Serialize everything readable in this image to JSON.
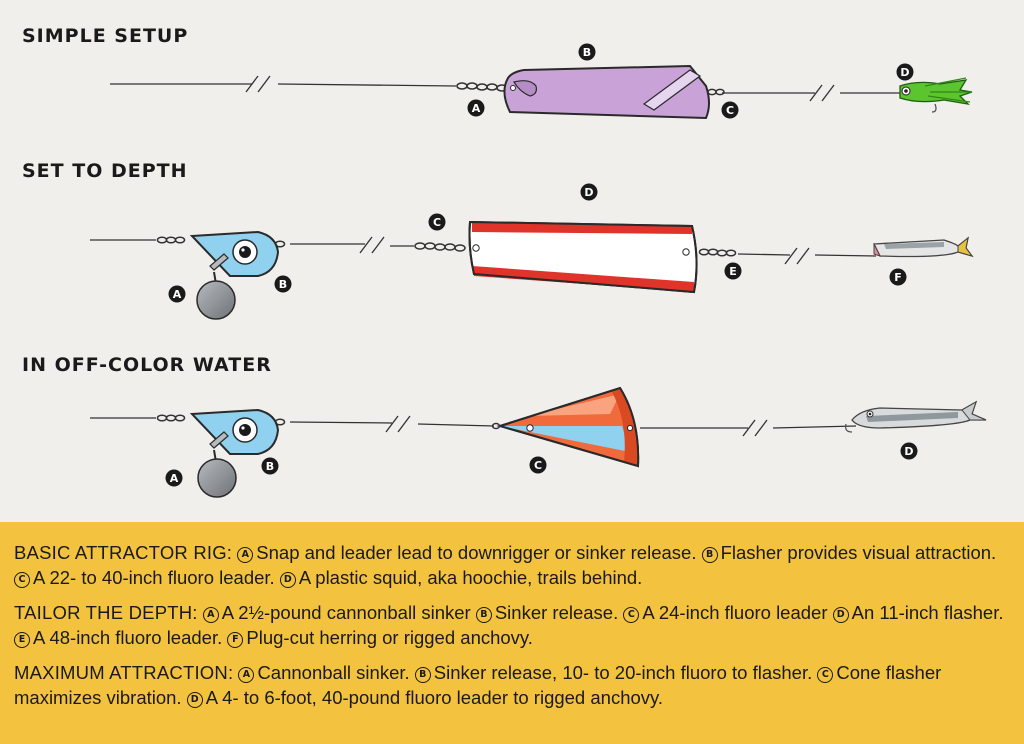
{
  "setups": [
    {
      "title": "SIMPLE SETUP",
      "labels": {
        "a": "A",
        "b": "B",
        "c": "C",
        "d": "D"
      }
    },
    {
      "title": "SET TO DEPTH",
      "labels": {
        "a": "A",
        "b": "B",
        "c": "C",
        "d": "D",
        "e": "E",
        "f": "F"
      }
    },
    {
      "title": "IN OFF-COLOR WATER",
      "labels": {
        "a": "A",
        "b": "B",
        "c": "C",
        "d": "D"
      }
    }
  ],
  "legend": [
    {
      "lead": "BASIC ATTRACTOR RIG:",
      "items": [
        {
          "letter": "A",
          "text": "Snap and leader lead to downrigger or sinker release."
        },
        {
          "letter": "B",
          "text": "Flasher provides visual attraction."
        },
        {
          "letter": "C",
          "text": "A 22- to 40-inch fluoro leader."
        },
        {
          "letter": "D",
          "text": "A plastic squid, aka hoochie, trails behind."
        }
      ]
    },
    {
      "lead": "TAILOR THE DEPTH:",
      "items": [
        {
          "letter": "A",
          "text": "A 2½-pound cannonball sinker"
        },
        {
          "letter": "B",
          "text": "Sinker release."
        },
        {
          "letter": "C",
          "text": "A 24-inch fluoro leader"
        },
        {
          "letter": "D",
          "text": "An 11-inch flasher."
        },
        {
          "letter": "E",
          "text": "A 48-inch fluoro leader."
        },
        {
          "letter": "F",
          "text": "Plug-cut herring or rigged anchovy."
        }
      ]
    },
    {
      "lead": "MAXIMUM ATTRACTION:",
      "items": [
        {
          "letter": "A",
          "text": "Cannonball sinker."
        },
        {
          "letter": "B",
          "text": "Sinker release, 10- to 20-inch fluoro to flasher."
        },
        {
          "letter": "C",
          "text": "Cone flasher maximizes vibration."
        },
        {
          "letter": "D",
          "text": "A 4- to 6-foot, 40-pound fluoro leader to rigged anchovy."
        }
      ]
    }
  ],
  "colors": {
    "background": "#f1efec",
    "legend_bg": "#f3c340",
    "flasher_purple": "#c9a3d8",
    "flasher_red": "#e0332a",
    "release_blue": "#8fd1ef",
    "sinker_gray": "#8a8d92",
    "cone_orange": "#f06a3c",
    "hoochie_green": "#5cc42f"
  },
  "icons": [
    "flasher-icon",
    "hoochie-icon",
    "sinker-icon",
    "release-icon",
    "herring-icon",
    "anchovy-icon",
    "cone-flasher-icon",
    "swivel-icon"
  ]
}
